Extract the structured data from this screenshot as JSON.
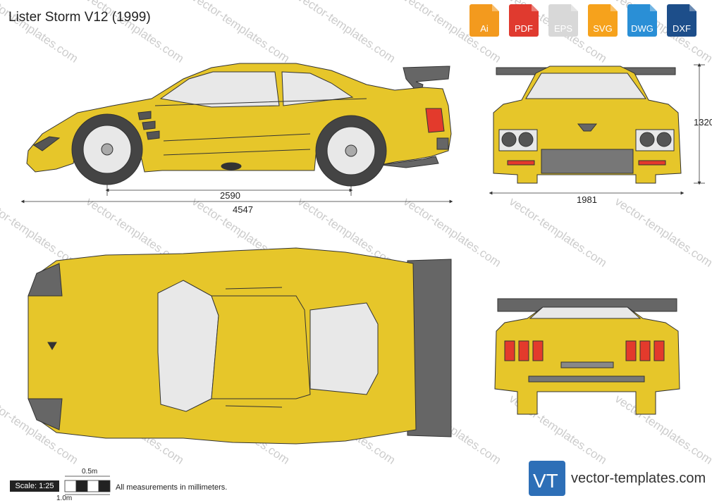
{
  "title": "Lister Storm V12 (1999)",
  "formats": [
    {
      "label": "Ai",
      "color": "#f39a1e",
      "icon": "ai-file-icon"
    },
    {
      "label": "PDF",
      "color": "#e03a2f",
      "icon": "pdf-file-icon"
    },
    {
      "label": "EPS",
      "color": "#d8d8d8",
      "icon": "eps-file-icon"
    },
    {
      "label": "SVG",
      "color": "#f6a21c",
      "icon": "svg-file-icon"
    },
    {
      "label": "DWG",
      "color": "#2a8fd6",
      "icon": "dwg-file-icon"
    },
    {
      "label": "DXF",
      "color": "#1d4e8a",
      "icon": "dxf-file-icon"
    }
  ],
  "dimensions": {
    "wheelbase": "2590",
    "length": "4547",
    "height": "1320",
    "width": "1981"
  },
  "scale": {
    "label": "Scale: 1:25",
    "half_meter": "0.5m",
    "one_meter": "1.0m"
  },
  "note": "All measurements in millimeters.",
  "brand": {
    "logo_text": "vector-templates.com",
    "watermark": "vector-templates.com"
  },
  "colors": {
    "body": "#e6c62a",
    "outline": "#333333",
    "glass": "#e8e8e8",
    "dark": "#666666"
  }
}
